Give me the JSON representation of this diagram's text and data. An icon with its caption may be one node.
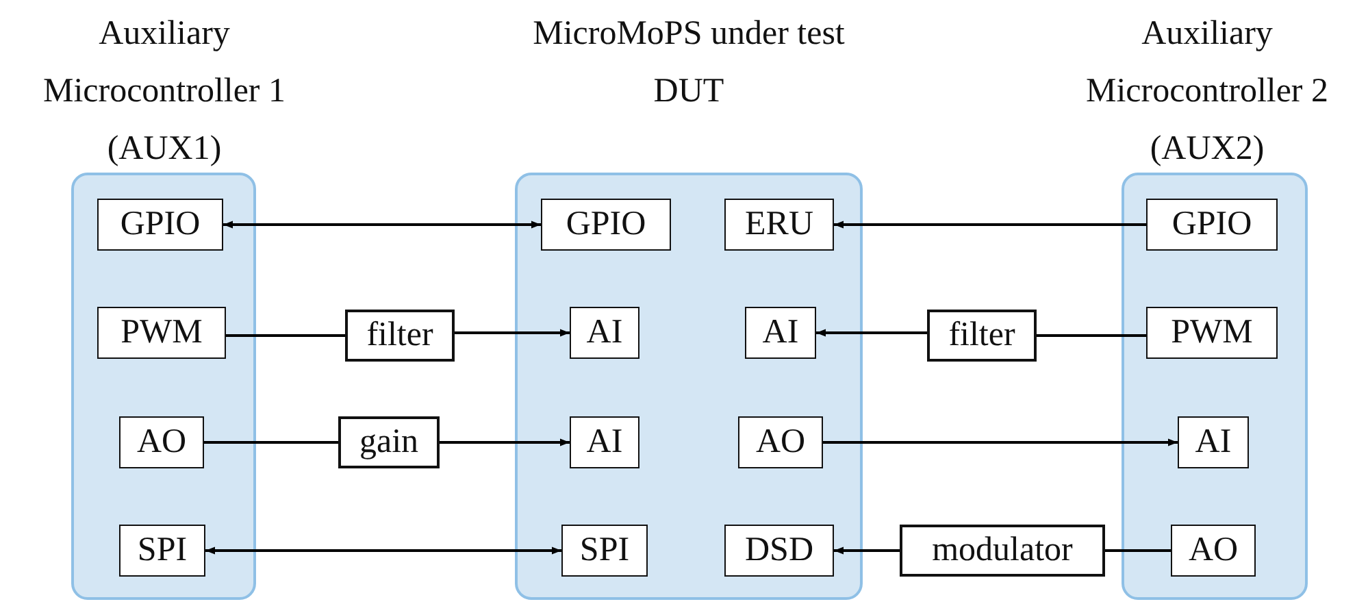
{
  "diagram": {
    "nodes": [
      {
        "text": [
          "Auxiliary Microcontroller 1 (AUX1)"
        ]
      },
      {
        "text": [
          "GPIO"
        ],
        "in": 0
      },
      {
        "text": [
          "PWM"
        ],
        "in": 0
      },
      {
        "text": [
          "AO"
        ],
        "in": 0
      },
      {
        "text": [
          "SPI"
        ],
        "in": 0
      },
      {
        "text": [
          "MicroMoPS under test DUT"
        ]
      },
      {
        "text": [
          "GPIO"
        ],
        "in": 5
      },
      {
        "text": [
          "ERU"
        ],
        "in": 5
      },
      {
        "text": [
          "AI"
        ],
        "in": 5
      },
      {
        "text": [
          "AI"
        ],
        "in": 5
      },
      {
        "text": [
          "AI"
        ],
        "in": 5
      },
      {
        "text": [
          "AO"
        ],
        "in": 5
      },
      {
        "text": [
          "SPI"
        ],
        "in": 5
      },
      {
        "text": [
          "DSD"
        ],
        "in": 5
      },
      {
        "text": [
          "Auxiliary Microcontroller 2 (AUX2)"
        ]
      },
      {
        "text": [
          "GPIO"
        ],
        "in": 14
      },
      {
        "text": [
          "PWM"
        ],
        "in": 14
      },
      {
        "text": [
          "AI"
        ],
        "in": 14
      },
      {
        "text": [
          "AO"
        ],
        "in": 14
      },
      {
        "text": [
          "filter"
        ]
      },
      {
        "text": [
          "filter"
        ]
      },
      {
        "text": [
          "gain"
        ]
      },
      {
        "text": [
          "modulator"
        ]
      }
    ],
    "edges": [
      {
        "from": 1,
        "to": 6,
        "arrow": "both"
      },
      {
        "from": 15,
        "to": 7,
        "arrow": "to"
      },
      {
        "from": 2,
        "to": 19,
        "arrow": "none"
      },
      {
        "from": 19,
        "to": 8,
        "arrow": "to"
      },
      {
        "from": 16,
        "to": 20,
        "arrow": "none"
      },
      {
        "from": 20,
        "to": 9,
        "arrow": "to"
      },
      {
        "from": 3,
        "to": 21,
        "arrow": "none"
      },
      {
        "from": 21,
        "to": 10,
        "arrow": "to"
      },
      {
        "from": 11,
        "to": 17,
        "arrow": "to"
      },
      {
        "from": 4,
        "to": 12,
        "arrow": "both"
      },
      {
        "from": 18,
        "to": 22,
        "arrow": "none"
      },
      {
        "from": 22,
        "to": 13,
        "arrow": "to"
      }
    ]
  }
}
